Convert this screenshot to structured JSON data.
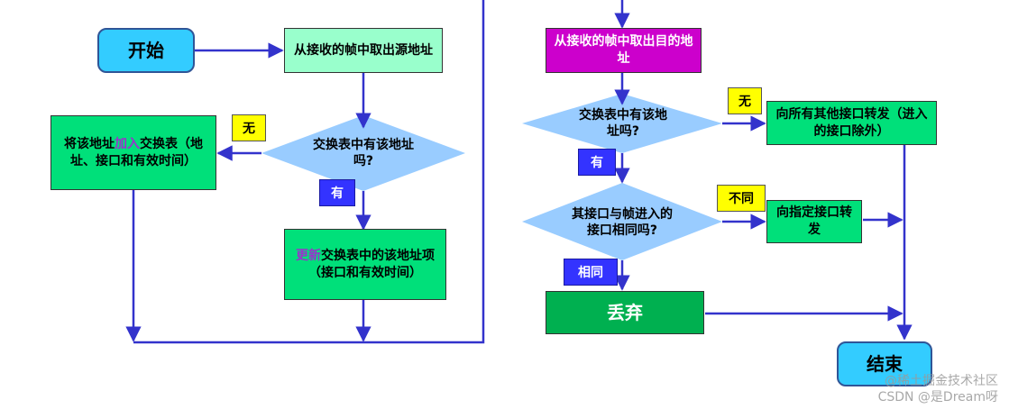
{
  "colors": {
    "arrow": "#3333cc",
    "terminal_fill": "#33ccff",
    "process_green": "#00e07a",
    "process_mint": "#99ffcc",
    "process_magenta": "#cc00cc",
    "decision_fill": "#99ccff",
    "discard_fill": "#00b050",
    "tag_yellow": "#ffff00",
    "tag_blue": "#3333ff"
  },
  "left": {
    "start_label": "开始",
    "extract_src": "从接收的帧中取出源地址",
    "decision_text": "交换表中有该地址吗?",
    "no_label": "无",
    "yes_label": "有",
    "add_entry": {
      "pre": "将该地址",
      "hl": "加入",
      "post": "交换表（地址、接口和有效时间）"
    },
    "update_entry": {
      "hl": "更新",
      "post": "交换表中的该地址项（接口和有效时间）"
    }
  },
  "right": {
    "extract_dst": "从接收的帧中取出目的地址",
    "decision1_text": "交换表中有该地址吗?",
    "no_label": "无",
    "yes_label": "有",
    "flood": "向所有其他接口转发（进入的接口除外）",
    "decision2_text": "其接口与帧进入的接口相同吗?",
    "diff_label": "不同",
    "same_label": "相同",
    "forward": "向指定接口转发",
    "discard": "丢弃",
    "end_label": "结束"
  },
  "watermark": "@稀土掘金技术社区",
  "watermark2": "CSDN @是Dream呀"
}
